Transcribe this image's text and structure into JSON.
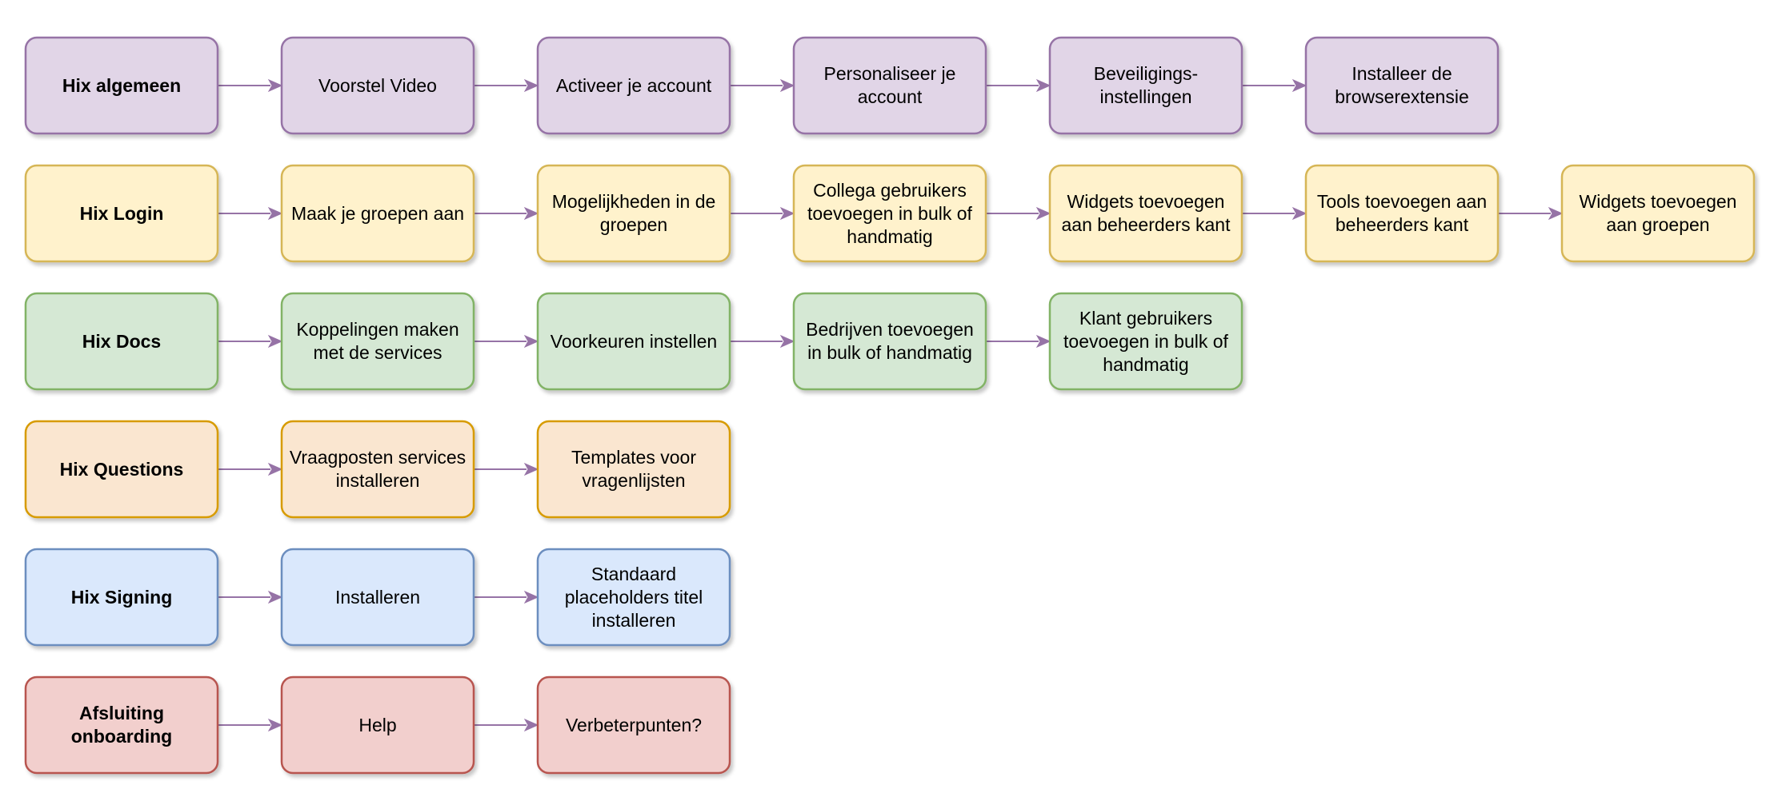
{
  "colors": {
    "edge": "#9673a6",
    "themes": {
      "purple": {
        "fill": "#e1d5e7",
        "stroke": "#9673a6"
      },
      "yellow": {
        "fill": "#fff2cc",
        "stroke": "#d6b656"
      },
      "green": {
        "fill": "#d5e8d4",
        "stroke": "#82b366"
      },
      "orange": {
        "fill": "#fae6d0",
        "stroke": "#d79b00"
      },
      "blue": {
        "fill": "#dae8fc",
        "stroke": "#6c8ebf"
      },
      "red": {
        "fill": "#f2cfcd",
        "stroke": "#b85450"
      }
    }
  },
  "rows": [
    {
      "theme": "purple",
      "steps": [
        "Hix algemeen",
        "Voorstel Video",
        "Activeer je account",
        "Personaliseer je\naccount",
        "Beveiligings-\ninstellingen",
        "Installeer de\nbrowserextensie"
      ]
    },
    {
      "theme": "yellow",
      "steps": [
        "Hix Login",
        "Maak je groepen aan",
        "Mogelijkheden in de\ngroepen",
        "Collega gebruikers\ntoevoegen in bulk of\nhandmatig",
        "Widgets toevoegen\naan beheerders kant",
        "Tools toevoegen aan\nbeheerders kant",
        "Widgets toevoegen\naan groepen"
      ]
    },
    {
      "theme": "green",
      "steps": [
        "Hix Docs",
        "Koppelingen maken\nmet de services",
        "Voorkeuren instellen",
        "Bedrijven toevoegen\nin bulk of handmatig",
        "Klant gebruikers\ntoevoegen in bulk of\nhandmatig"
      ]
    },
    {
      "theme": "orange",
      "steps": [
        "Hix Questions",
        "Vraagposten services\ninstalleren",
        "Templates voor\nvragenlijsten"
      ]
    },
    {
      "theme": "blue",
      "steps": [
        "Hix Signing",
        "Installeren",
        "Standaard\nplaceholders titel\ninstalleren"
      ]
    },
    {
      "theme": "red",
      "steps": [
        "Afsluiting\nonboarding",
        "Help",
        "Verbeterpunten?"
      ]
    }
  ]
}
